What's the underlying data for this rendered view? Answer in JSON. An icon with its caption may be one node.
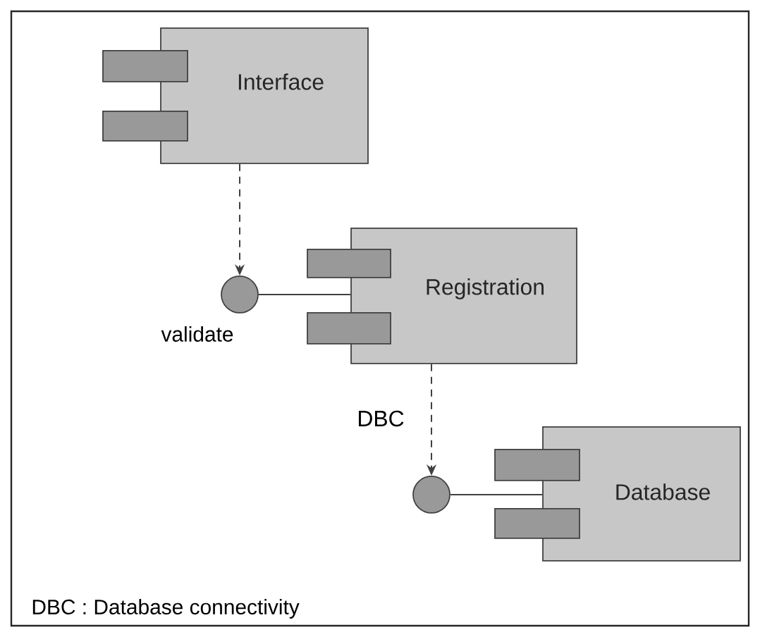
{
  "diagram": {
    "nodes": [
      {
        "text": [
          "Interface"
        ]
      },
      {
        "text": [
          "Registration"
        ]
      },
      {
        "text": [
          "Database"
        ]
      },
      {
        "text": [],
        "shape": "circle",
        "beside": [
          "validate"
        ]
      },
      {
        "text": [],
        "shape": "circle"
      }
    ],
    "edges": [
      {
        "from": 0,
        "to": 3,
        "arrow": "to",
        "style": "dashed"
      },
      {
        "from": 3,
        "to": 1,
        "arrow": "none"
      },
      {
        "from": 1,
        "to": 4,
        "arrow": "to",
        "style": "dashed",
        "label": "DBC"
      },
      {
        "from": 4,
        "to": 2,
        "arrow": "none"
      }
    ],
    "labels": [
      "DBC : Database connectivity"
    ]
  }
}
